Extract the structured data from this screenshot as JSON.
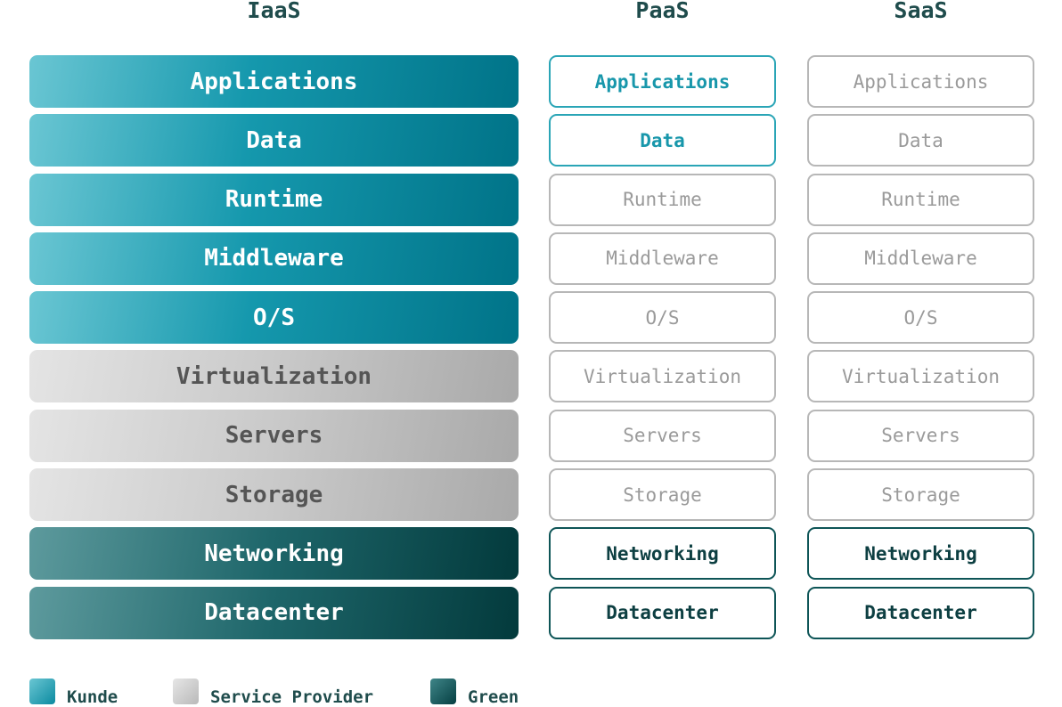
{
  "columns": [
    {
      "title": "IaaS",
      "style": "fill",
      "layers": [
        {
          "label": "Applications",
          "owner": "kunde"
        },
        {
          "label": "Data",
          "owner": "kunde"
        },
        {
          "label": "Runtime",
          "owner": "kunde"
        },
        {
          "label": "Middleware",
          "owner": "kunde"
        },
        {
          "label": "O/S",
          "owner": "kunde"
        },
        {
          "label": "Virtualization",
          "owner": "provider"
        },
        {
          "label": "Servers",
          "owner": "provider"
        },
        {
          "label": "Storage",
          "owner": "provider"
        },
        {
          "label": "Networking",
          "owner": "green"
        },
        {
          "label": "Datacenter",
          "owner": "green"
        }
      ]
    },
    {
      "title": "PaaS",
      "style": "outline",
      "layers": [
        {
          "label": "Applications",
          "owner": "kunde"
        },
        {
          "label": "Data",
          "owner": "kunde"
        },
        {
          "label": "Runtime",
          "owner": "provider"
        },
        {
          "label": "Middleware",
          "owner": "provider"
        },
        {
          "label": "O/S",
          "owner": "provider"
        },
        {
          "label": "Virtualization",
          "owner": "provider"
        },
        {
          "label": "Servers",
          "owner": "provider"
        },
        {
          "label": "Storage",
          "owner": "provider"
        },
        {
          "label": "Networking",
          "owner": "green"
        },
        {
          "label": "Datacenter",
          "owner": "green"
        }
      ]
    },
    {
      "title": "SaaS",
      "style": "outline",
      "layers": [
        {
          "label": "Applications",
          "owner": "provider"
        },
        {
          "label": "Data",
          "owner": "provider"
        },
        {
          "label": "Runtime",
          "owner": "provider"
        },
        {
          "label": "Middleware",
          "owner": "provider"
        },
        {
          "label": "O/S",
          "owner": "provider"
        },
        {
          "label": "Virtualization",
          "owner": "provider"
        },
        {
          "label": "Servers",
          "owner": "provider"
        },
        {
          "label": "Storage",
          "owner": "provider"
        },
        {
          "label": "Networking",
          "owner": "green"
        },
        {
          "label": "Datacenter",
          "owner": "green"
        }
      ]
    }
  ],
  "legend": [
    {
      "key": "kunde",
      "label": "Kunde",
      "color": "#1598ad"
    },
    {
      "key": "provider",
      "label": "Service Provider",
      "color": "#c9c9c9"
    },
    {
      "key": "green",
      "label": "Green",
      "color": "#1d6569"
    }
  ]
}
